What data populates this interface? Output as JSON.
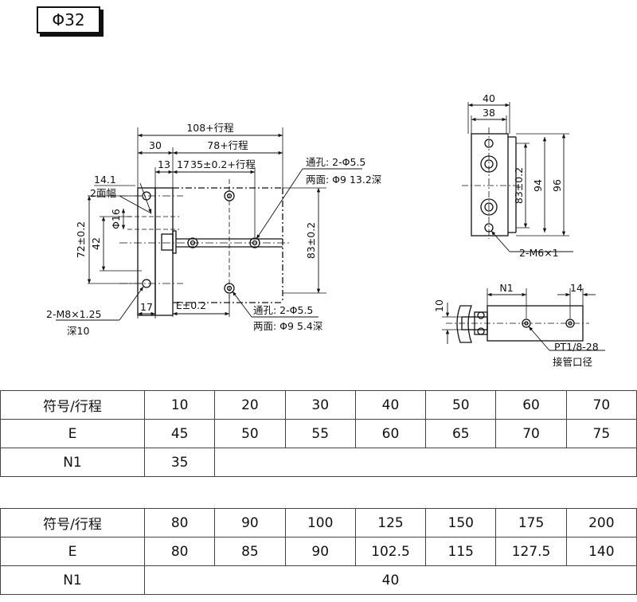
{
  "title": "Φ32",
  "front_view": {
    "dim_total": "108+行程",
    "dim_30": "30",
    "dim_78": "78+行程",
    "dim_13": "13",
    "dim_17a": "17",
    "dim_35": "35±0.2+行程",
    "dim_14_1": "14.1",
    "label_two_flats": "2面幅",
    "dim_phi16": "Φ16",
    "dim_72": "72±0.2",
    "dim_42": "42",
    "dim_83": "83±0.2",
    "dim_17b": "17",
    "dim_e": "E±0.2",
    "note_top_1": "通孔: 2-Φ5.5",
    "note_top_2": "两面: Φ9  13.2深",
    "note_bottom_1": "通孔: 2-Φ5.5",
    "note_bottom_2": "两面: Φ9  5.4深",
    "note_thread_1": "2-M8×1.25",
    "note_thread_2": "深10"
  },
  "end_view": {
    "dim_40": "40",
    "dim_38": "38",
    "dim_83": "83±0.2",
    "dim_94": "94",
    "dim_96": "96",
    "note_thread": "2-M6×1"
  },
  "side_view": {
    "dim_n1": "N1",
    "dim_14": "14",
    "dim_10": "10",
    "note_port_1": "PT1/8-28",
    "note_port_2": "接管口径"
  },
  "table1": {
    "header_label": "符号/行程",
    "strokes": [
      "10",
      "20",
      "30",
      "40",
      "50",
      "60",
      "70"
    ],
    "e_label": "E",
    "e_values": [
      "45",
      "50",
      "55",
      "60",
      "65",
      "70",
      "75"
    ],
    "n1_label": "N1",
    "n1_value": "35"
  },
  "table2": {
    "header_label": "符号/行程",
    "strokes": [
      "80",
      "90",
      "100",
      "125",
      "150",
      "175",
      "200"
    ],
    "e_label": "E",
    "e_values": [
      "80",
      "85",
      "90",
      "102.5",
      "115",
      "127.5",
      "140"
    ],
    "n1_label": "N1",
    "n1_value": "40"
  }
}
